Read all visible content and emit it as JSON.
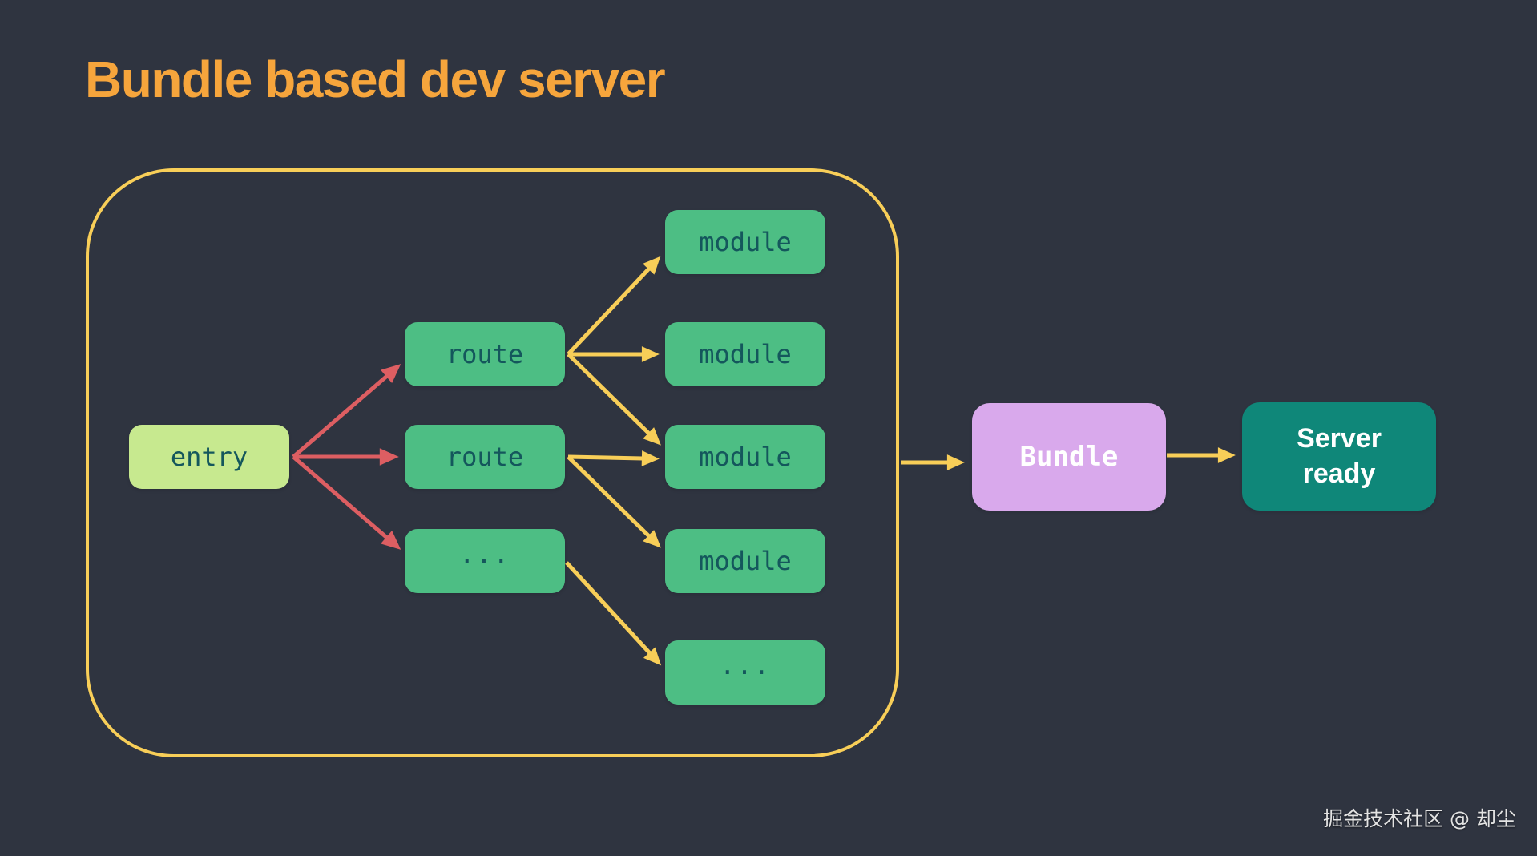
{
  "title": {
    "text": "Bundle based dev server"
  },
  "watermark": {
    "text": "掘金技术社区 @ 却尘"
  },
  "nodes": {
    "entry": "entry",
    "route_top": "route",
    "route_mid": "route",
    "route_more": "...",
    "module_1": "module",
    "module_2": "module",
    "module_3": "module",
    "module_4": "module",
    "module_more": "...",
    "bundle": "Bundle",
    "server_line1": "Server",
    "server_line2": "ready"
  },
  "edges": [
    {
      "from": "entry",
      "to": "route_top",
      "color": "red"
    },
    {
      "from": "entry",
      "to": "route_mid",
      "color": "red"
    },
    {
      "from": "entry",
      "to": "route_more",
      "color": "red"
    },
    {
      "from": "route_top",
      "to": "module_1",
      "color": "yellow"
    },
    {
      "from": "route_top",
      "to": "module_2",
      "color": "yellow"
    },
    {
      "from": "route_top",
      "to": "module_3",
      "color": "yellow"
    },
    {
      "from": "route_mid",
      "to": "module_3",
      "color": "yellow"
    },
    {
      "from": "route_mid",
      "to": "module_4",
      "color": "yellow"
    },
    {
      "from": "route_more",
      "to": "module_more",
      "color": "yellow"
    },
    {
      "from": "container",
      "to": "bundle",
      "color": "yellow"
    },
    {
      "from": "bundle",
      "to": "server",
      "color": "yellow"
    }
  ],
  "colors": {
    "background": "#2f3440",
    "title": "#f6a53c",
    "container_border": "#f8ce58",
    "arrow_yellow": "#f8ce58",
    "arrow_red": "#dd5e62",
    "node_green": "#4dbe84",
    "node_light_green": "#c7e98f",
    "node_purple": "#d9a9ec",
    "node_teal": "#0f8779",
    "node_text_dark": "#14575c",
    "node_text_light": "#ffffff",
    "watermark_text": "#e3e3e3"
  }
}
